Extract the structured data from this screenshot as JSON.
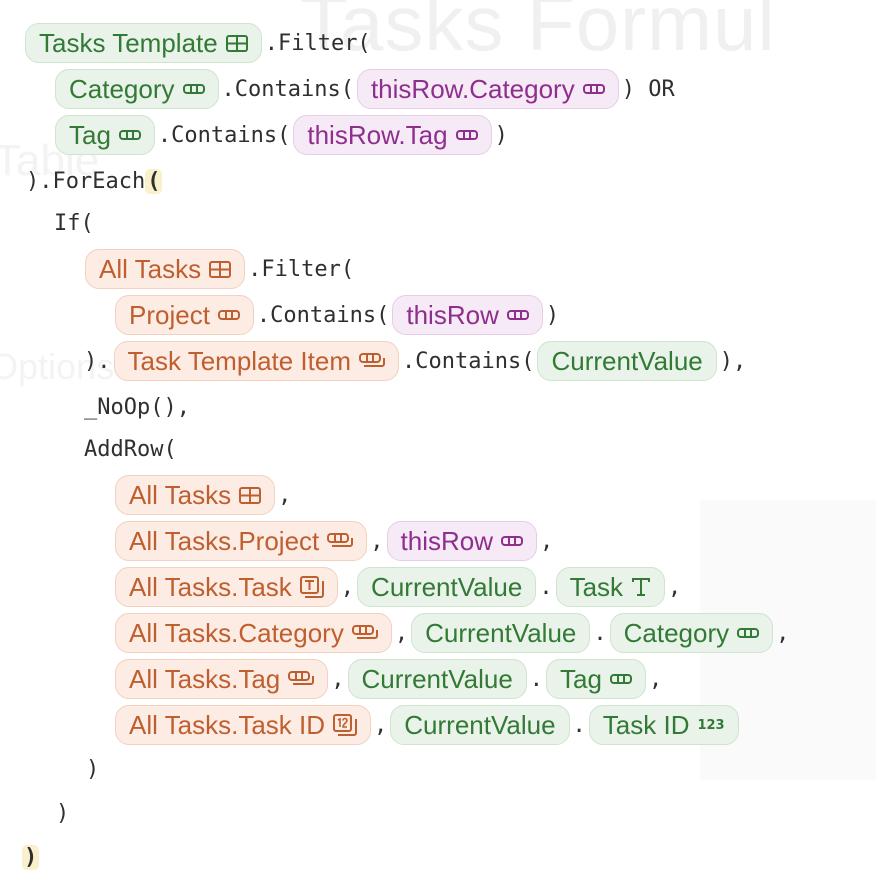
{
  "background": {
    "watermark": "Tasks Formul",
    "ghost_1": "Table",
    "ghost_2": "Options"
  },
  "colors": {
    "column_chip": "#327a35",
    "this_row_chip": "#8e2f8e",
    "table_chip": "#bf5f2f",
    "bracket_highlight": "#fbf0cc"
  },
  "formula": {
    "filter_table": "Tasks Template",
    "filter_call": ".Filter(",
    "cond_1_col": "Category",
    "cond_1_call": ".Contains(",
    "cond_1_arg": "thisRow.Category",
    "cond_1_close": ") OR",
    "cond_2_col": "Tag",
    "cond_2_call": ".Contains(",
    "cond_2_arg": "thisRow.Tag",
    "cond_2_close": ")",
    "foreach_call": ").ForEach",
    "foreach_open": "(",
    "if_call": "If(",
    "if_table": "All Tasks",
    "if_filter_call": ".Filter(",
    "project_col": "Project",
    "project_call": ".Contains(",
    "project_arg": "thisRow",
    "project_close": ")",
    "close_prefix": ").",
    "template_item_col": "Task Template Item",
    "template_item_call": ".Contains(",
    "current_value": "CurrentValue",
    "template_item_close": "),",
    "noop": "_NoOp(),",
    "addrow_call": "AddRow(",
    "add_table": "All Tasks",
    "add_project_col": "All Tasks.Project",
    "add_project_val": "thisRow",
    "add_task_col": "All Tasks.Task",
    "add_task_cv": "CurrentValue",
    "add_task_prop": "Task",
    "add_category_col": "All Tasks.Category",
    "add_category_cv": "CurrentValue",
    "add_category_prop": "Category",
    "add_tag_col": "All Tasks.Tag",
    "add_tag_cv": "CurrentValue",
    "add_tag_prop": "Tag",
    "add_taskid_col": "All Tasks.Task ID",
    "add_taskid_cv": "CurrentValue",
    "add_taskid_prop": "Task ID",
    "number_badge": "123",
    "comma": ",",
    "dot": ".",
    "close_addrow": ")",
    "close_if": ")",
    "close_foreach": ")"
  }
}
